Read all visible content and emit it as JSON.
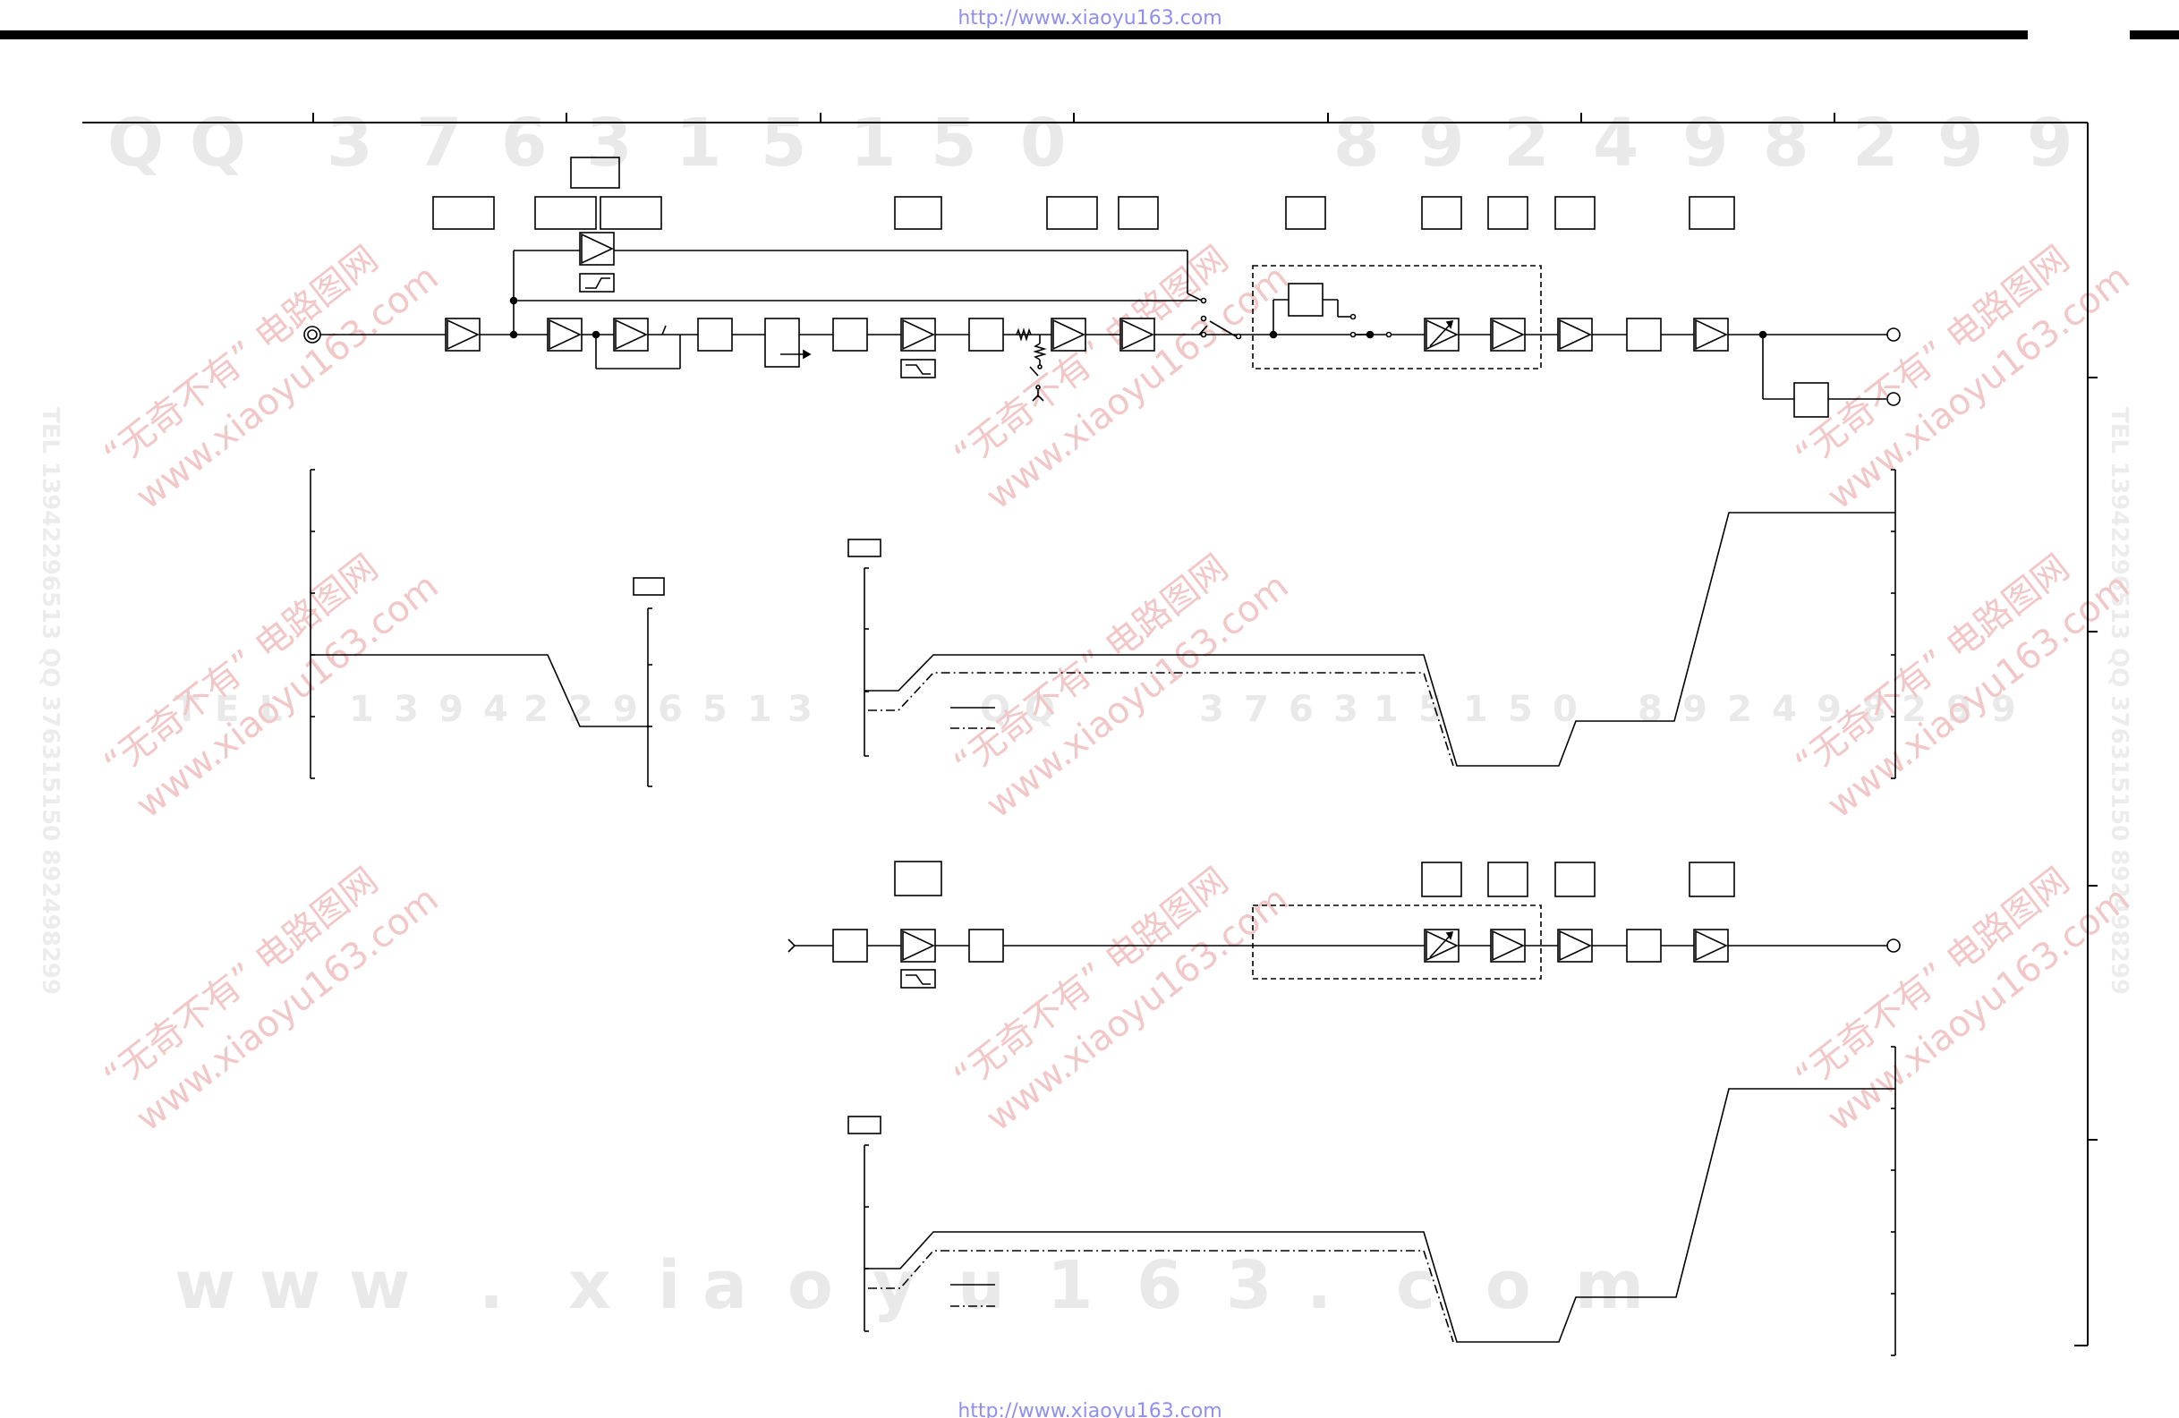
{
  "header": {
    "url_top": "http://www.xiaoyu163.com"
  },
  "footer": {
    "url_bottom": "http://www.xiaoyu163.com"
  },
  "watermarks": {
    "qq_row": [
      "Q",
      "Q",
      "3",
      "7",
      "6",
      "3",
      "1",
      "5",
      "1",
      "5",
      "0",
      "8",
      "9",
      "2",
      "4",
      "9",
      "8",
      "2",
      "9",
      "9"
    ],
    "tel_row": [
      "T",
      "E",
      "L",
      "1",
      "3",
      "9",
      "4",
      "2",
      "2",
      "9",
      "6",
      "5",
      "1",
      "3",
      "Q",
      "Q",
      "3",
      "7",
      "6",
      "3",
      "1",
      "5",
      "1",
      "5",
      "0",
      "8",
      "9",
      "2",
      "4",
      "9",
      "8",
      "2",
      "9",
      "9"
    ],
    "www_row": [
      "w",
      "w",
      "w",
      ".",
      "x",
      "i",
      "a",
      "o",
      "y",
      "u",
      "1",
      "6",
      "3",
      ".",
      "c",
      "o",
      "m"
    ],
    "side_vertical": "TEL 13942296513 QQ 376315150 892498299",
    "diagonal_cn": "“无奇不有” 电路图网",
    "diagonal_url": "www.xiaoyu163.com"
  },
  "colors": {
    "ink": "#000000",
    "url_blue": "#8f8ff0",
    "watermark_gray": "#e9e9e9",
    "watermark_red": "#f2c7c7"
  }
}
